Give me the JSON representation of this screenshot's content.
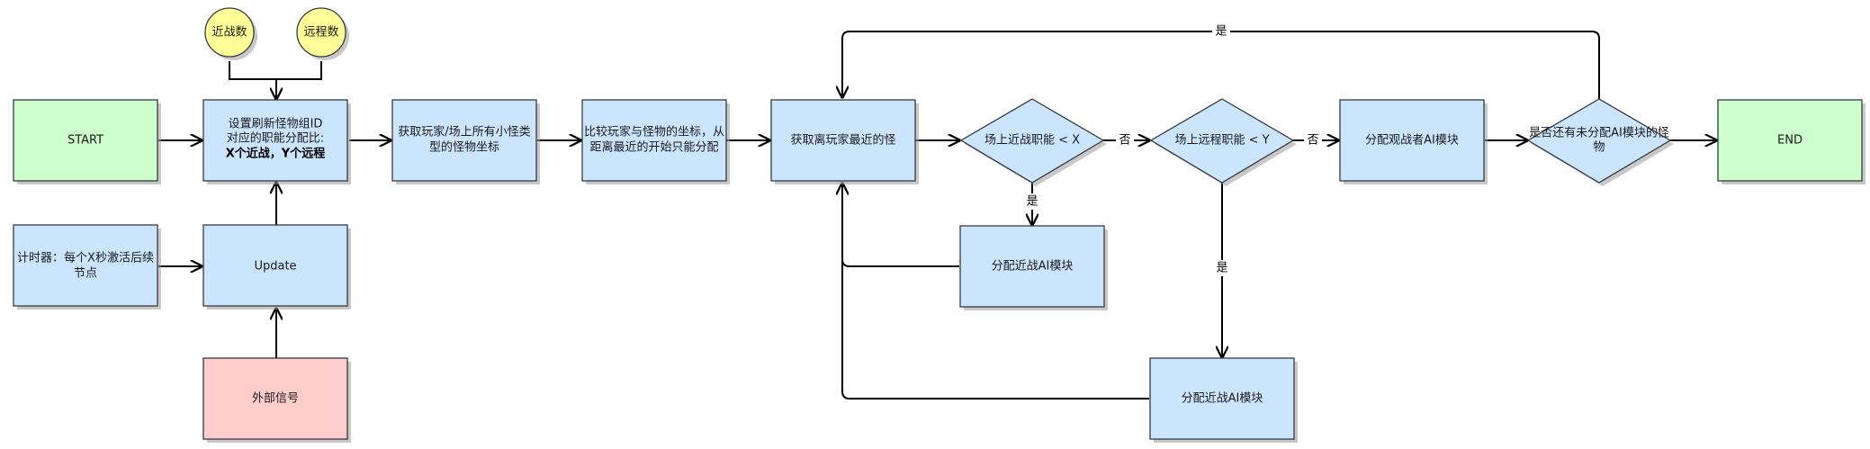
{
  "nodes": {
    "start": "START",
    "melee_count": "近战数",
    "ranged_count": "远程数",
    "setup_line1": "设置刷新怪物组ID",
    "setup_line2": "对应的职能分配比:",
    "setup_line3": "X个近战，Y个远程",
    "timer_line1": "计时器：每个X秒激活后续",
    "timer_line2": "节点",
    "update": "Update",
    "external": "外部信号",
    "get_coords_line1": "获取玩家/场上所有小怪类",
    "get_coords_line2": "型的怪物坐标",
    "compare_line1": "比较玩家与怪物的坐标，从",
    "compare_line2": "距离最近的开始只能分配",
    "nearest": "获取离玩家最近的怪",
    "melee_check": "场上近战职能 < X",
    "ranged_check": "场上远程职能 < Y",
    "assign_melee_a": "分配近战AI模块",
    "assign_melee_b": "分配近战AI模块",
    "assign_spectator": "分配观战者AI模块",
    "remaining_line1": "是否还有未分配AI模块的怪",
    "remaining_line2": "物",
    "end": "END"
  },
  "edge_labels": {
    "no1": "否",
    "no2": "否",
    "yes_melee": "是",
    "yes_ranged": "是",
    "yes_loop": "是"
  }
}
